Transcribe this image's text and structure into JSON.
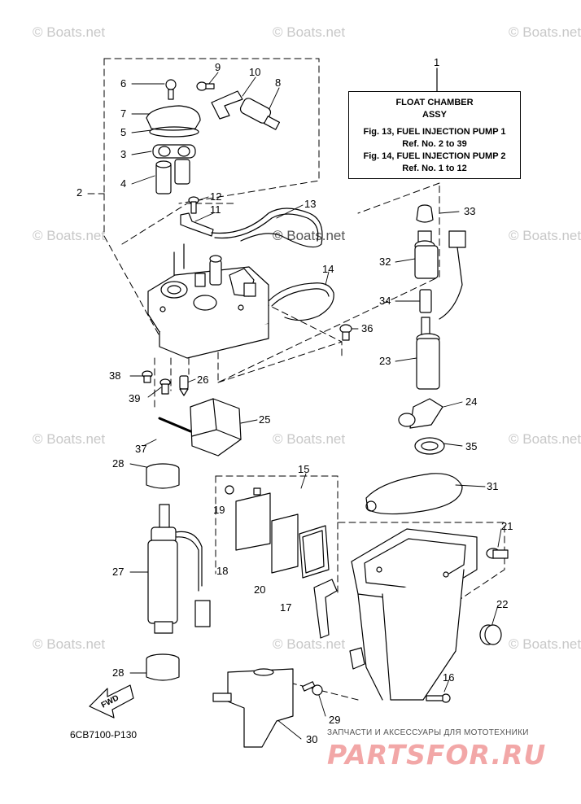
{
  "watermark": "© Boats.net",
  "title_box": {
    "line1": "FLOAT CHAMBER",
    "line2": "ASSY",
    "line3": "Fig. 13, FUEL INJECTION PUMP 1",
    "line4": "Ref. No. 2 to 39",
    "line5": "Fig. 14, FUEL INJECTION PUMP 2",
    "line6": "Ref. No. 1 to 12"
  },
  "callouts": {
    "n1": "1",
    "n2": "2",
    "n3": "3",
    "n4": "4",
    "n5": "5",
    "n6": "6",
    "n7": "7",
    "n8": "8",
    "n9": "9",
    "n10": "10",
    "n11": "11",
    "n12": "12",
    "n13": "13",
    "n14": "14",
    "n15": "15",
    "n16": "16",
    "n17": "17",
    "n18": "18",
    "n19": "19",
    "n20": "20",
    "n21": "21",
    "n22": "22",
    "n23": "23",
    "n24": "24",
    "n25": "25",
    "n26": "26",
    "n27": "27",
    "n28a": "28",
    "n28b": "28",
    "n29": "29",
    "n30": "30",
    "n31": "31",
    "n32": "32",
    "n33": "33",
    "n34": "34",
    "n35": "35",
    "n36": "36",
    "n37": "37",
    "n38": "38",
    "n39": "39"
  },
  "fwd_label": "FWD",
  "diagram_code": "6CB7100-P130",
  "shop_tagline": "ЗАПЧАСТИ И АКСЕССУАРЫ ДЛЯ МОТОТЕХНИКИ",
  "shop_logo": "PARTSFOR.RU"
}
